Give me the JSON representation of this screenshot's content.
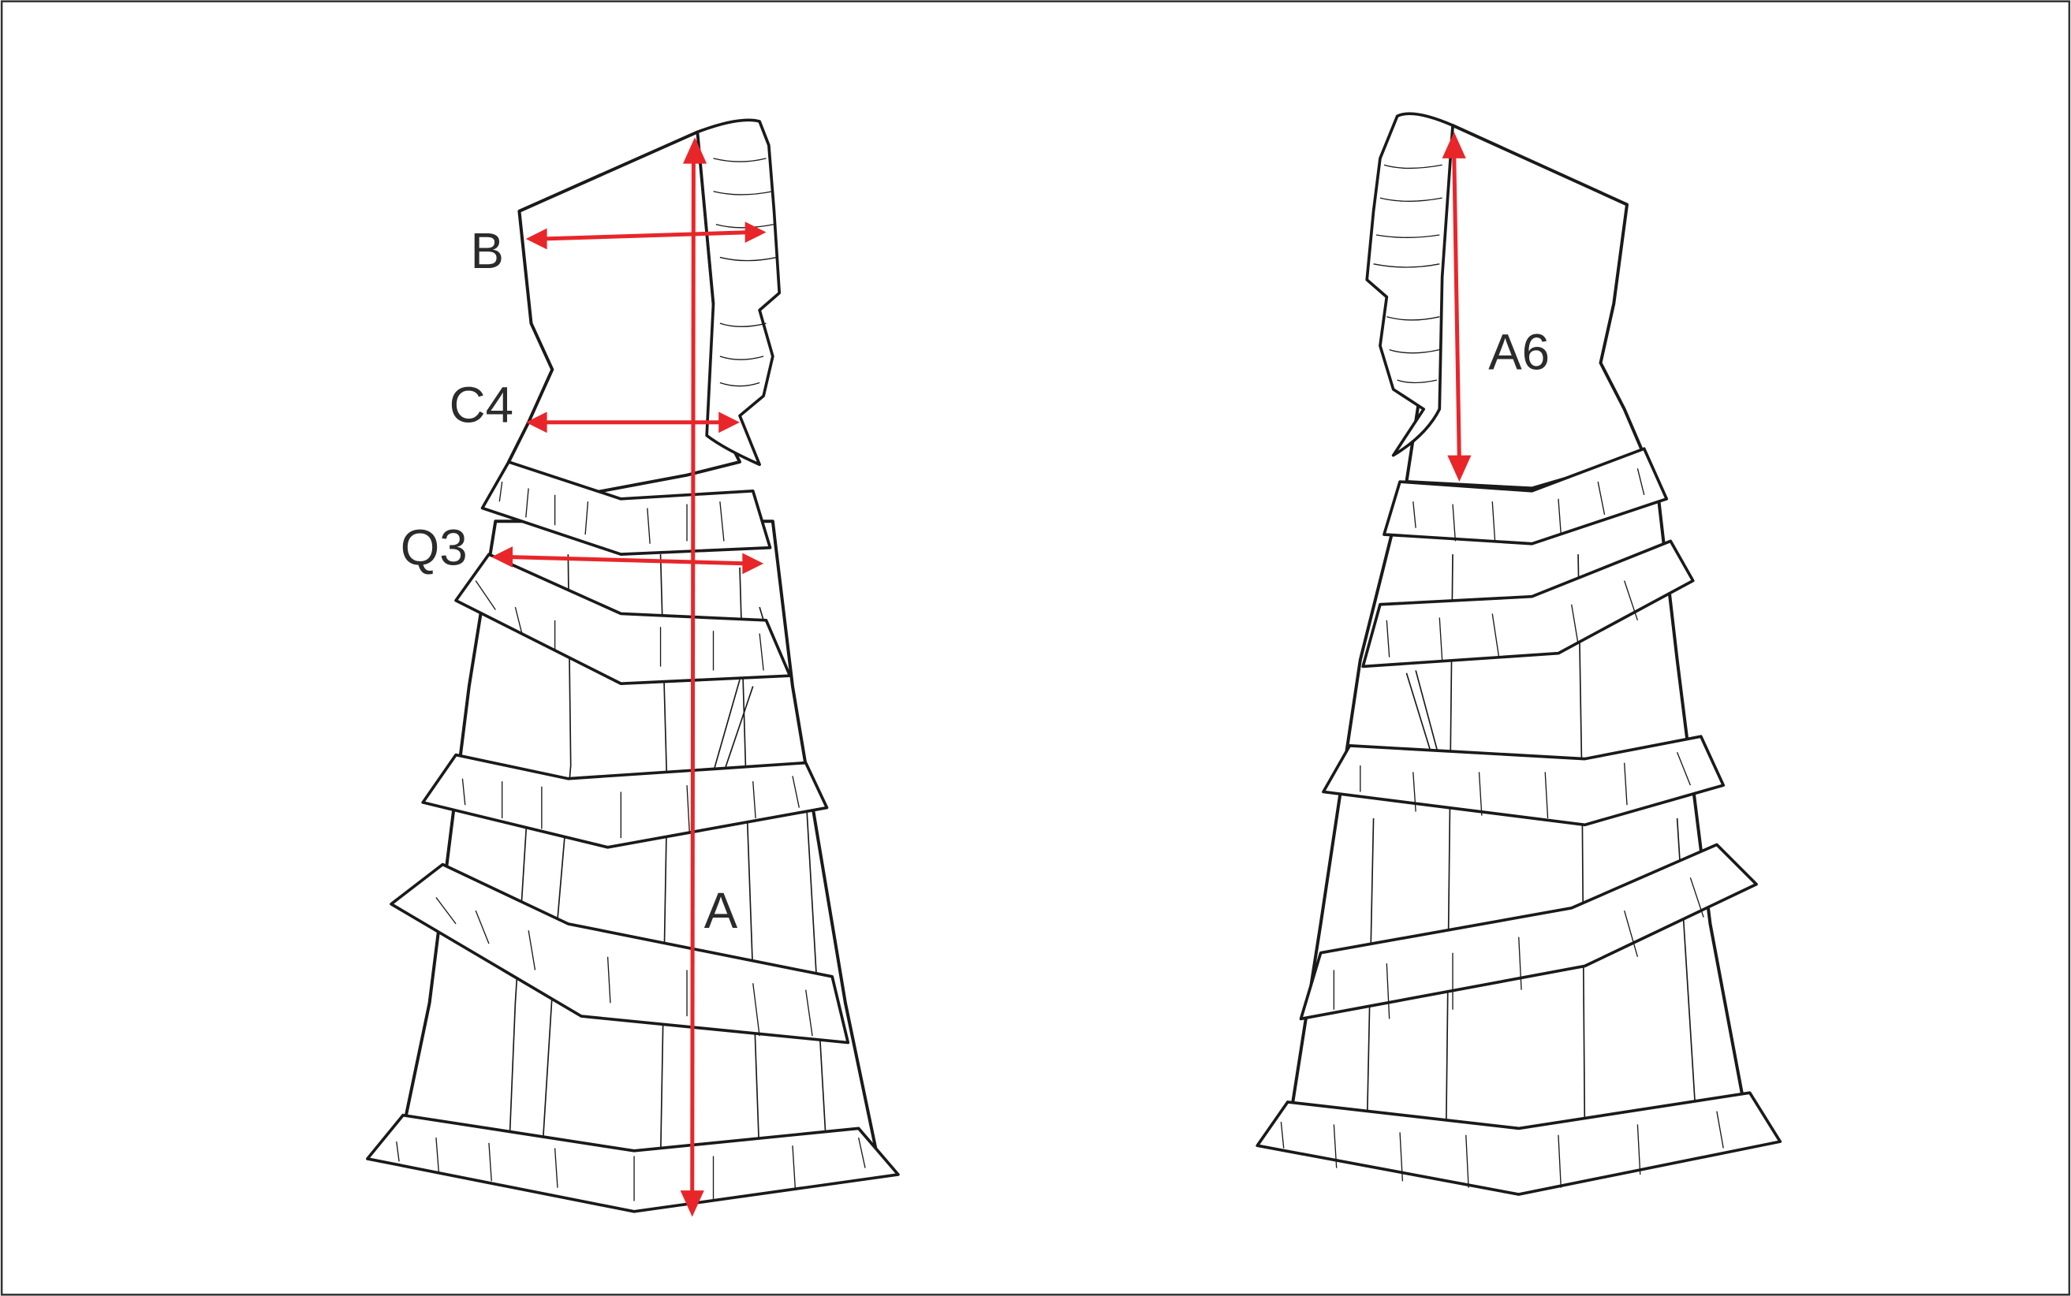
{
  "diagram": {
    "type": "garment technical flat with measurement points",
    "views": [
      "front",
      "back"
    ],
    "accent_color": "#e8262a",
    "measurements": {
      "front": [
        {
          "label": "B"
        },
        {
          "label": "C4"
        },
        {
          "label": "Q3"
        },
        {
          "label": "A"
        }
      ],
      "back": [
        {
          "label": "A6"
        }
      ]
    }
  }
}
